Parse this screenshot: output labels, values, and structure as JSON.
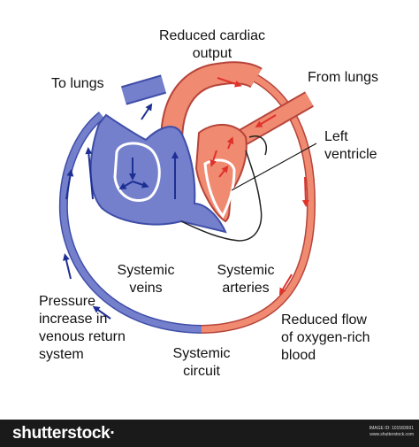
{
  "labels": {
    "reduced_output": "Reduced cardiac\noutput",
    "to_lungs": "To lungs",
    "from_lungs": "From lungs",
    "left_ventricle": "Left\nventricle",
    "systemic_veins": "Systemic\nveins",
    "systemic_arteries": "Systemic\narteries",
    "pressure_increase": "Pressure\nincrease in\nvenous return\nsystem",
    "reduced_flow": "Reduced flow\nof oxygen-rich\nblood",
    "systemic_circuit": "Systemic\ncircuit"
  },
  "colors": {
    "venous_blue": "#7480cc",
    "venous_dark": "#3f4ea8",
    "arterial_pink": "#f08b72",
    "arterial_red": "#e0322a",
    "arrow_blue": "#1e2f94"
  },
  "footer": {
    "brand": "shutterstock·",
    "image_id": "IMAGE ID: 101583691",
    "site": "www.shutterstock.com"
  }
}
